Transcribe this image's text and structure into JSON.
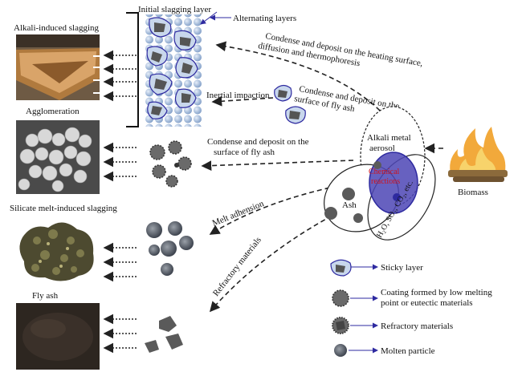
{
  "labels": {
    "alkali_slagging": "Alkali-induced slagging",
    "agglomeration": "Agglomeration",
    "silicate_slagging": "Silicate melt-induced slagging",
    "fly_ash": "Fly ash",
    "initial_layer": "Initial slagging layer",
    "alternating_layers": "Alternating layers",
    "condense_heating_1": "Condense and deposit on the heating surface,",
    "condense_heating_2": "diffusion and thermophoresis",
    "inertial_impaction": "Inertial impaction",
    "condense_ash_a1": "Condense and deposit on the",
    "condense_ash_a2": "surface of fly ash",
    "condense_ash_b1": "Condense and deposit on the",
    "condense_ash_b2": "surface of fly ash",
    "alkali_metal": "Alkali metal",
    "aerosol": "aerosol",
    "chemical_1": "Chemical",
    "chemical_2": "reactions",
    "ash": "Ash",
    "gases": "H₂O, SO₂, CO₂, etc.",
    "biomass": "Biomass",
    "melt_adhesion": "Melt adhension",
    "refractory_materials": "Refractory materials"
  },
  "legend": [
    {
      "label": "Sticky layer",
      "icon": "sticky-layer-icon"
    },
    {
      "label": "Coating formed by low melting",
      "label2": "point or eutectic materials",
      "icon": "coated-particle-icon"
    },
    {
      "label": "Refractory materials",
      "icon": "refractory-particle-icon"
    },
    {
      "label": "Molten particle",
      "icon": "molten-particle-icon"
    }
  ],
  "colors": {
    "accent_blue": "#2e2aa0",
    "sticky_layer": "#b9cde6",
    "particle_dark": "#5a5a5a",
    "chemical_text": "#d0121b"
  }
}
